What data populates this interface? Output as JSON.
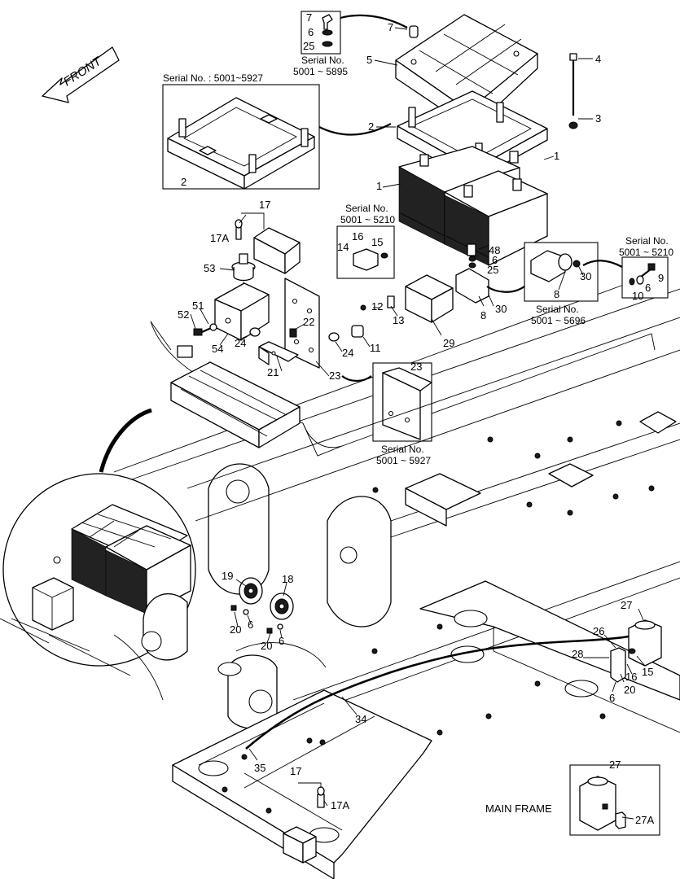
{
  "front_label": "FRONT",
  "main_frame_label": "MAIN FRAME",
  "serial_notes": {
    "cover_bolt": [
      "Serial No.",
      "5001 ~ 5895"
    ],
    "battery_tray": "Serial No. : 5001~5927",
    "relay": [
      "Serial No.",
      "5001 ~ 5210"
    ],
    "bracket_23": [
      "Serial No.",
      "5001 ~ 5927"
    ],
    "disconnect_switch": [
      "Serial No.",
      "5001 ~ 5696"
    ],
    "bolt_9": [
      "Serial No.",
      "5001 ~ 5210"
    ]
  },
  "callouts": {
    "c7a": "7",
    "c6a": "6",
    "c25a": "25",
    "c7b": "7",
    "c5": "5",
    "c4": "4",
    "c2a": "2",
    "c2b": "2",
    "c3": "3",
    "c1a": "1",
    "c1b": "1",
    "c17a": "17",
    "c17Aa": "17A",
    "c53": "53",
    "c16a": "16",
    "c14": "14",
    "c15a": "15",
    "c48": "48",
    "c6b": "6",
    "c25b": "25",
    "c30a": "30",
    "c8a": "8",
    "c9": "9",
    "c6c": "6",
    "c10": "10",
    "c12": "12",
    "c13": "13",
    "c8b": "8",
    "c30b": "30",
    "c29": "29",
    "c52": "52",
    "c51": "51",
    "c54": "54",
    "c24a": "24",
    "c22": "22",
    "c24b": "24",
    "c11": "11",
    "c21": "21",
    "c23a": "23",
    "c23b": "23",
    "c19": "19",
    "c18": "18",
    "c20a": "20",
    "c6d": "6",
    "c20b": "20",
    "c6e": "6",
    "c27a": "27",
    "c26": "26",
    "c28": "28",
    "c16b": "16",
    "c15b": "15",
    "c20c": "20",
    "c6f": "6",
    "c34": "34",
    "c35": "35",
    "c17b": "17",
    "c17Ab": "17A",
    "c27b": "27",
    "c27Ab": "27A"
  }
}
